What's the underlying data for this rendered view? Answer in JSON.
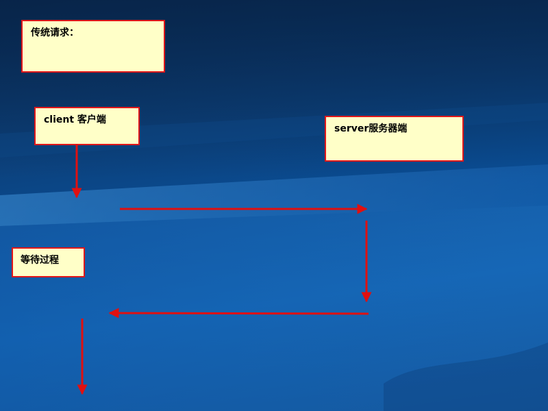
{
  "notes": {
    "title": "传统请求：",
    "client": "client 客户端",
    "server": "server服务器端",
    "waiting": "等待过程"
  },
  "colors": {
    "note_background": "#ffffc8",
    "note_border": "#e0161a",
    "arrow": "#e01010",
    "wallpaper": "#0b4f98"
  }
}
